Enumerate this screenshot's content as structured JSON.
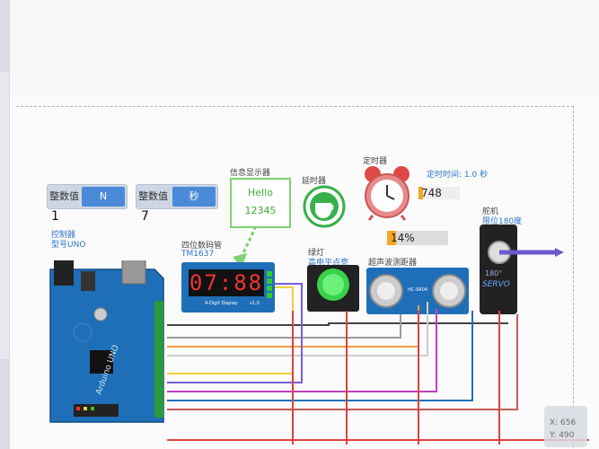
{
  "widgets": {
    "int1": {
      "label": "整数值",
      "button": "N",
      "value": "1"
    },
    "int2": {
      "label": "整数值",
      "button": "秒",
      "value": "7"
    }
  },
  "controller": {
    "name": "控制器",
    "model": "型号UNO"
  },
  "info_display": {
    "title": "信息显示器",
    "line1": "Hello",
    "line2": "12345"
  },
  "delay": {
    "title": "延时器"
  },
  "timer": {
    "title": "定时器",
    "time_text": "定时时间: 1.0 秒",
    "count": "748"
  },
  "led4": {
    "title": "四位数码管",
    "model": "TM1637",
    "digits": "07:88",
    "brand": "4-Digit Display",
    "version": "v1.0"
  },
  "green_led": {
    "title": "绿灯",
    "sub": "高电平点亮"
  },
  "ultrasonic": {
    "title": "超声波测距器",
    "percent": "14%",
    "percent_value": 0.14,
    "model": "HC-SR04"
  },
  "servo": {
    "title": "舵机",
    "sub": "限位180度",
    "angle": "180°",
    "label": "SERVO"
  },
  "trash": {
    "line1": "X: 656",
    "line2": "Y: 490"
  },
  "colors": {
    "accent": "#4a8ad8",
    "board": "#1f6fb8",
    "wire_orange": "#f0a040",
    "wire_red": "#e04040"
  }
}
